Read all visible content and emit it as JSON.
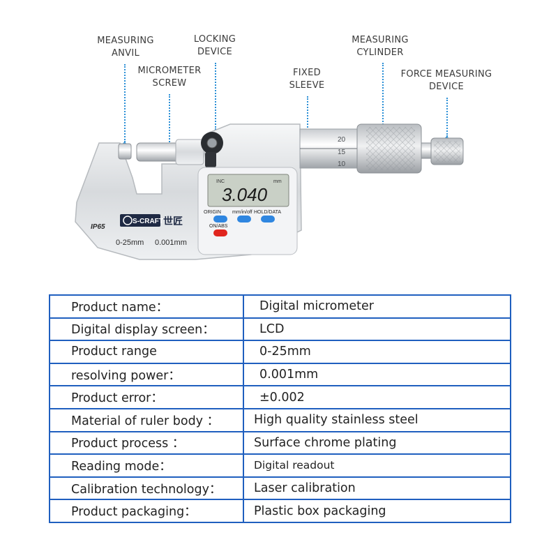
{
  "callouts": {
    "measuring_anvil": [
      "MEASURING",
      "ANVIL"
    ],
    "locking_device": [
      "LOCKING",
      "DEVICE"
    ],
    "micrometer_screw": [
      "MICROMETER",
      "SCREW"
    ],
    "fixed_sleeve": [
      "FIXED",
      "SLEEVE"
    ],
    "measuring_cylinder": [
      "MEASURING",
      "CYLINDER"
    ],
    "force_measuring_device": [
      "FORCE MEASURING",
      "DEVICE"
    ]
  },
  "device": {
    "brand": "S-CRAFT",
    "brand_cn": "世匠",
    "ip_rating": "IP65",
    "range_label": "0-25mm",
    "resolution_label": "0.001mm",
    "display": {
      "inc": "INC",
      "unit": "mm",
      "reading": "3.040"
    },
    "buttons": {
      "origin": "ORIGIN",
      "mm_inch": "mm/in/off",
      "hold_data": "HOLD/DATA",
      "on_abs": "ON/ABS"
    },
    "thimble_scale": [
      "20",
      "15",
      "10"
    ],
    "colors": {
      "body": "#e9ebee",
      "blue_button": "#2f86e0",
      "red_button": "#e0251e",
      "table_border": "#1f5fbf",
      "callout_line": "#2a8fd6"
    }
  },
  "specs": [
    {
      "label": "Product name：",
      "value": "Digital micrometer"
    },
    {
      "label": "Digital display screen：",
      "value": "LCD"
    },
    {
      "label": "Product range",
      "value": "0-25mm"
    },
    {
      "label": "resolving power：",
      "value": "0.001mm"
    },
    {
      "label": "Product error：",
      "value": "±0.002"
    },
    {
      "label": "Material of ruler body ：",
      "value": "High quality stainless steel"
    },
    {
      "label": "Product process  ：",
      "value": "Surface chrome plating"
    },
    {
      "label": "Reading mode：",
      "value": "Digital readout"
    },
    {
      "label": "Calibration technology：",
      "value": "Laser calibration"
    },
    {
      "label": "Product packaging：",
      "value": "Plastic box packaging"
    }
  ]
}
